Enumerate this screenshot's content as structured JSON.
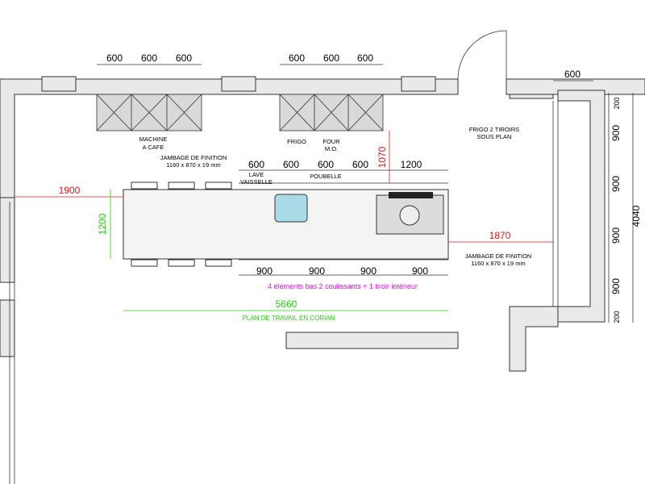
{
  "labels": {
    "machine_cafe_1": "MACHINE",
    "machine_cafe_2": "A CAFE",
    "frigo": "FRIGO",
    "four_1": "FOUR",
    "four_2": "M.O.",
    "jambage_top_1": "JAMBAGE DE FINITION",
    "jambage_top_2": "1160 x 870 x 19 mm",
    "jambage_right_1": "JAMBAGE DE FINITION",
    "jambage_right_2": "1160 x 870 x 19 mm",
    "lave_vaisselle_1": "LAVE",
    "lave_vaisselle_2": "VAISSELLE",
    "poubelle": "POUBELLE",
    "frigo_tiroirs_1": "FRIGO 2 TIROIRS",
    "frigo_tiroirs_2": "SOUS PLAN",
    "elements_bas": "4 éléments bas 2 coulissants + 1 tiroir intérieur",
    "plan_travail": "PLAN DE TRAVAIL EN CORIAN"
  },
  "dimensions": {
    "top_left_units": [
      "600",
      "600",
      "600"
    ],
    "top_right_units": [
      "600",
      "600",
      "600"
    ],
    "right_wall_width": "600",
    "island_back_units": [
      "600",
      "600",
      "600",
      "600",
      "1200"
    ],
    "island_front_units": [
      "900",
      "900",
      "900",
      "900"
    ],
    "left_clearance": "1900",
    "island_depth": "1200",
    "right_clearance": "1870",
    "back_clearance": "1070",
    "island_length": "5660",
    "right_column_small": [
      "200",
      "200"
    ],
    "right_column_units": [
      "900",
      "900",
      "900",
      "900"
    ],
    "right_column_total": "4040"
  },
  "colors": {
    "red_dim": "#e8141c",
    "green_dim": "#1cd400",
    "magenta_note": "#e812e0",
    "sink_fill": "#a9dbe6"
  }
}
